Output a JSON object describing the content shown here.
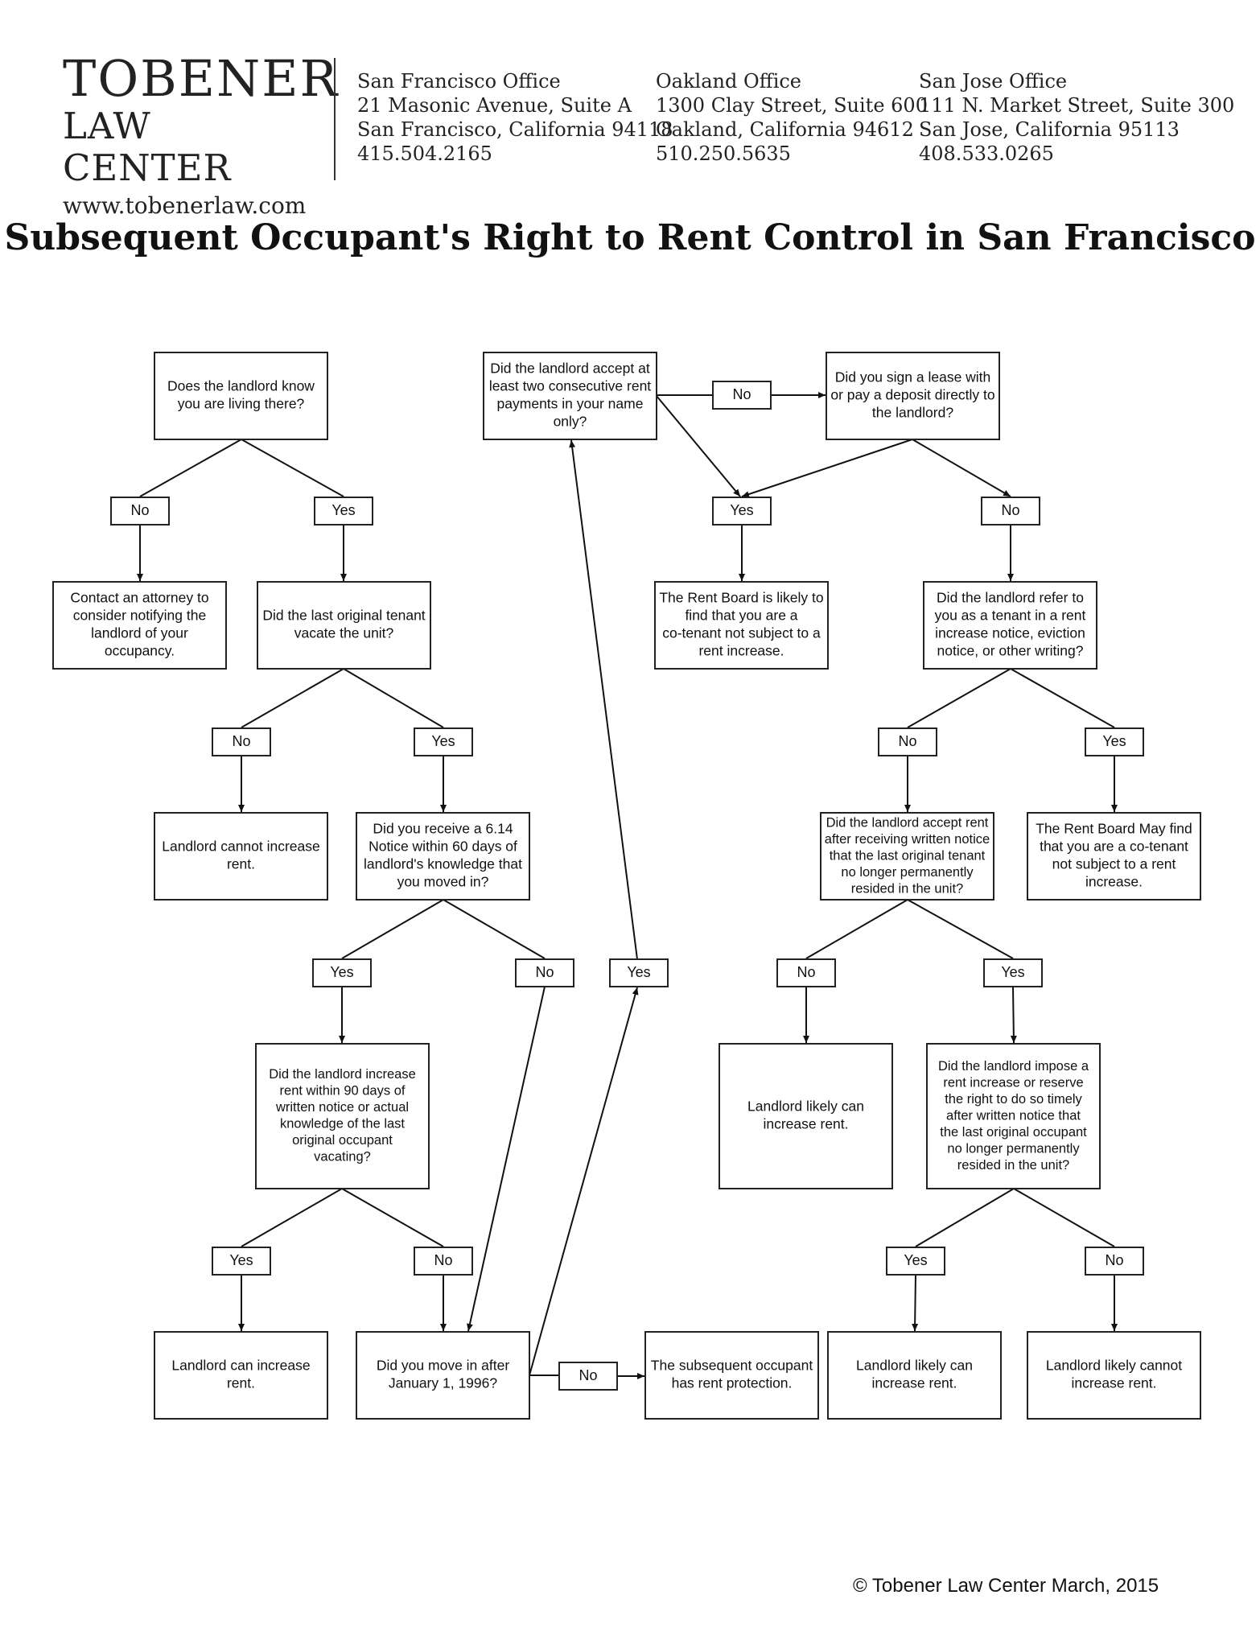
{
  "header": {
    "logo": {
      "line1": "TOBENER",
      "line2": "LAW CENTER",
      "url": "www.tobenerlaw.com"
    },
    "offices": [
      {
        "name": "San Francisco Office",
        "street": "21 Masonic Avenue, Suite A",
        "city": "San Francisco, California 94118",
        "phone": "415.504.2165"
      },
      {
        "name": "Oakland Office",
        "street": "1300 Clay Street, Suite 600",
        "city": "Oakland, California 94612",
        "phone": "510.250.5635"
      },
      {
        "name": "San Jose Office",
        "street": "111 N. Market Street, Suite 300",
        "city": "San Jose, California 95113",
        "phone": "408.533.0265"
      }
    ]
  },
  "title": "Subsequent Occupant's Right to Rent Control in San Francisco",
  "footer": {
    "copyright": "© Tobener Law Center March, 2015"
  },
  "flowchart": {
    "nodes": [
      {
        "id": "q_know",
        "lines": [
          "Does the landlord know",
          "you are living there?"
        ]
      },
      {
        "id": "a_contact",
        "lines": [
          "Contact an attorney to",
          "consider notifying the",
          "landlord of your",
          "occupancy."
        ]
      },
      {
        "id": "q_vacate",
        "lines": [
          "Did the last original tenant",
          "vacate the unit?"
        ]
      },
      {
        "id": "r_cannot",
        "lines": [
          "Landlord cannot increase",
          "rent."
        ]
      },
      {
        "id": "q_614",
        "lines": [
          "Did you receive a 6.14",
          "Notice within 60 days of",
          "landlord's knowledge that",
          "you moved in?"
        ]
      },
      {
        "id": "q_90days",
        "lines": [
          "Did the landlord increase",
          "rent within 90 days of",
          "written notice or actual",
          "knowledge of the last",
          "original occupant",
          "vacating?"
        ]
      },
      {
        "id": "r_can",
        "lines": [
          "Landlord can increase",
          "rent."
        ]
      },
      {
        "id": "q_1996",
        "lines": [
          "Did you move in after",
          "January 1, 1996?"
        ]
      },
      {
        "id": "r_protect",
        "lines": [
          "The subsequent occupant",
          "has rent protection."
        ]
      },
      {
        "id": "q_accept2",
        "lines": [
          "Did the landlord accept at",
          "least two consecutive rent",
          "payments in your name",
          "only?"
        ]
      },
      {
        "id": "q_lease",
        "lines": [
          "Did you sign a lease with",
          "or pay a deposit directly to",
          "the landlord?"
        ]
      },
      {
        "id": "r_cotenant1",
        "lines": [
          "The Rent Board is likely to",
          "find that you are a",
          "co-tenant not subject to a",
          "rent increase."
        ]
      },
      {
        "id": "q_refer",
        "lines": [
          "Did the landlord refer to",
          "you as a tenant in a rent",
          "increase notice, eviction",
          "notice, or other writing?"
        ]
      },
      {
        "id": "q_acceptnotice",
        "lines": [
          "Did the landlord accept rent",
          "after receiving written notice",
          "that the last original tenant",
          "no longer permanently",
          "resided in the unit?"
        ]
      },
      {
        "id": "r_cotenant2",
        "lines": [
          "The Rent Board May find",
          "that you are a co-tenant",
          "not subject to a rent",
          "increase."
        ]
      },
      {
        "id": "r_likelycan1",
        "lines": [
          "Landlord likely can",
          "increase rent."
        ]
      },
      {
        "id": "q_impose",
        "lines": [
          "Did the landlord impose a",
          "rent increase or reserve",
          "the right to do so timely",
          "after written notice that",
          "the last original occupant",
          "no longer permanently",
          "resided in the unit?"
        ]
      },
      {
        "id": "r_likelycan2",
        "lines": [
          "Landlord likely can",
          "increase rent."
        ]
      },
      {
        "id": "r_likelycannot",
        "lines": [
          "Landlord likely cannot",
          "increase rent."
        ]
      }
    ],
    "labels": [
      {
        "id": "l_know_no",
        "text": "No"
      },
      {
        "id": "l_know_yes",
        "text": "Yes"
      },
      {
        "id": "l_vac_no",
        "text": "No"
      },
      {
        "id": "l_vac_yes",
        "text": "Yes"
      },
      {
        "id": "l_614_yes",
        "text": "Yes"
      },
      {
        "id": "l_614_no",
        "text": "No"
      },
      {
        "id": "l_90_yes",
        "text": "Yes"
      },
      {
        "id": "l_90_no",
        "text": "No"
      },
      {
        "id": "l_1996_yes",
        "text": "Yes"
      },
      {
        "id": "l_1996_no",
        "text": "No"
      },
      {
        "id": "l_acc_no",
        "text": "No"
      },
      {
        "id": "l_yes_top",
        "text": "Yes"
      },
      {
        "id": "l_lease_no",
        "text": "No"
      },
      {
        "id": "l_ref_no",
        "text": "No"
      },
      {
        "id": "l_ref_yes",
        "text": "Yes"
      },
      {
        "id": "l_an_no",
        "text": "No"
      },
      {
        "id": "l_an_yes",
        "text": "Yes"
      },
      {
        "id": "l_imp_yes",
        "text": "Yes"
      },
      {
        "id": "l_imp_no",
        "text": "No"
      }
    ],
    "edges": [
      {
        "from": "q_know",
        "to": "l_know_no"
      },
      {
        "from": "q_know",
        "to": "l_know_yes"
      },
      {
        "from": "l_know_no",
        "to": "a_contact"
      },
      {
        "from": "l_know_yes",
        "to": "q_vacate"
      },
      {
        "from": "q_vacate",
        "to": "l_vac_no"
      },
      {
        "from": "q_vacate",
        "to": "l_vac_yes"
      },
      {
        "from": "l_vac_no",
        "to": "r_cannot"
      },
      {
        "from": "l_vac_yes",
        "to": "q_614"
      },
      {
        "from": "q_614",
        "to": "l_614_yes"
      },
      {
        "from": "q_614",
        "to": "l_614_no"
      },
      {
        "from": "l_614_yes",
        "to": "q_90days"
      },
      {
        "from": "l_614_no",
        "to": "q_1996"
      },
      {
        "from": "q_90days",
        "to": "l_90_yes"
      },
      {
        "from": "q_90days",
        "to": "l_90_no"
      },
      {
        "from": "l_90_yes",
        "to": "r_can"
      },
      {
        "from": "l_90_no",
        "to": "q_1996"
      },
      {
        "from": "q_1996",
        "to": "l_1996_yes"
      },
      {
        "from": "l_1996_yes",
        "to": "q_accept2"
      },
      {
        "from": "q_1996",
        "to": "l_1996_no"
      },
      {
        "from": "l_1996_no",
        "to": "r_protect"
      },
      {
        "from": "q_accept2",
        "to": "l_acc_no"
      },
      {
        "from": "l_acc_no",
        "to": "q_lease"
      },
      {
        "from": "q_accept2",
        "to": "l_yes_top"
      },
      {
        "from": "q_lease",
        "to": "l_yes_top"
      },
      {
        "from": "q_lease",
        "to": "l_lease_no"
      },
      {
        "from": "l_yes_top",
        "to": "r_cotenant1"
      },
      {
        "from": "l_lease_no",
        "to": "q_refer"
      },
      {
        "from": "q_refer",
        "to": "l_ref_no"
      },
      {
        "from": "q_refer",
        "to": "l_ref_yes"
      },
      {
        "from": "l_ref_no",
        "to": "q_acceptnotice"
      },
      {
        "from": "l_ref_yes",
        "to": "r_cotenant2"
      },
      {
        "from": "q_acceptnotice",
        "to": "l_an_no"
      },
      {
        "from": "q_acceptnotice",
        "to": "l_an_yes"
      },
      {
        "from": "l_an_no",
        "to": "r_likelycan1"
      },
      {
        "from": "l_an_yes",
        "to": "q_impose"
      },
      {
        "from": "q_impose",
        "to": "l_imp_yes"
      },
      {
        "from": "q_impose",
        "to": "l_imp_no"
      },
      {
        "from": "l_imp_yes",
        "to": "r_likelycan2"
      },
      {
        "from": "l_imp_no",
        "to": "r_likelycannot"
      }
    ]
  }
}
